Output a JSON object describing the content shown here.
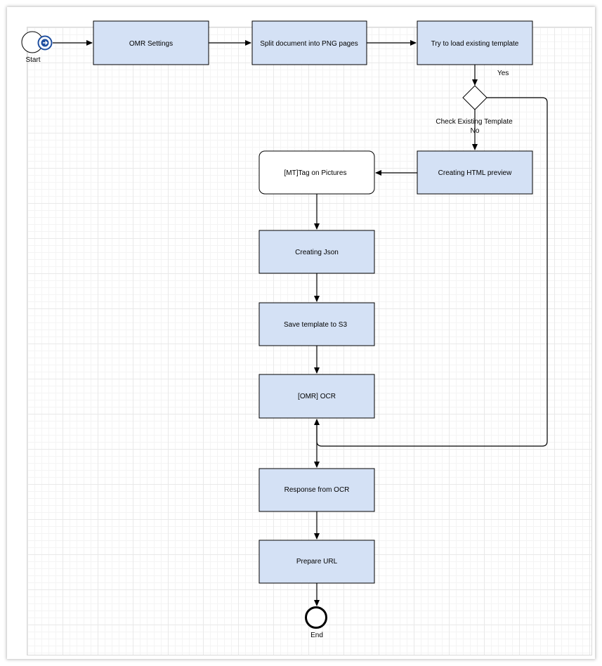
{
  "nodes": {
    "start": "Start",
    "omr_settings": "OMR Settings",
    "split_document": "Split document into PNG pages",
    "load_template": "Try to load existing template",
    "check_template": "Check Existing Template",
    "creating_html": "Creating HTML preview",
    "tag_pictures": "[MT]Tag on Pictures",
    "creating_json": "Creating Json",
    "save_template": "Save template to S3",
    "omr_ocr": "[OMR] OCR",
    "response_ocr": "Response from OCR",
    "prepare_url": "Prepare URL",
    "end": "End"
  },
  "edges": {
    "yes": "Yes",
    "no": "No"
  },
  "colors": {
    "task_fill": "#d4e1f5",
    "stroke": "#000000",
    "start_icon": "#1f4fa0"
  }
}
